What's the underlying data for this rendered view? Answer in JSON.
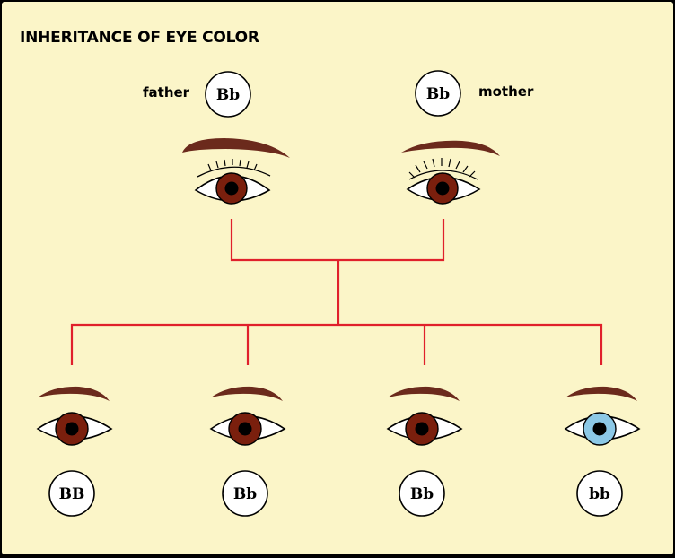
{
  "title": "INHERITANCE OF EYE COLOR",
  "parents": [
    {
      "role": "father",
      "genotype": "Bb",
      "iris_color": "#7a1f0d"
    },
    {
      "role": "mother",
      "genotype": "Bb",
      "iris_color": "#7a1f0d"
    }
  ],
  "children": [
    {
      "genotype": "BB",
      "iris_color": "#7a1f0d"
    },
    {
      "genotype": "Bb",
      "iris_color": "#7a1f0d"
    },
    {
      "genotype": "Bb",
      "iris_color": "#7a1f0d"
    },
    {
      "genotype": "bb",
      "iris_color": "#8cc8e6"
    }
  ],
  "colors": {
    "background": "#fbf5c8",
    "connector": "#e0202b",
    "brow": "#6b2a1c",
    "pupil": "#000000"
  }
}
